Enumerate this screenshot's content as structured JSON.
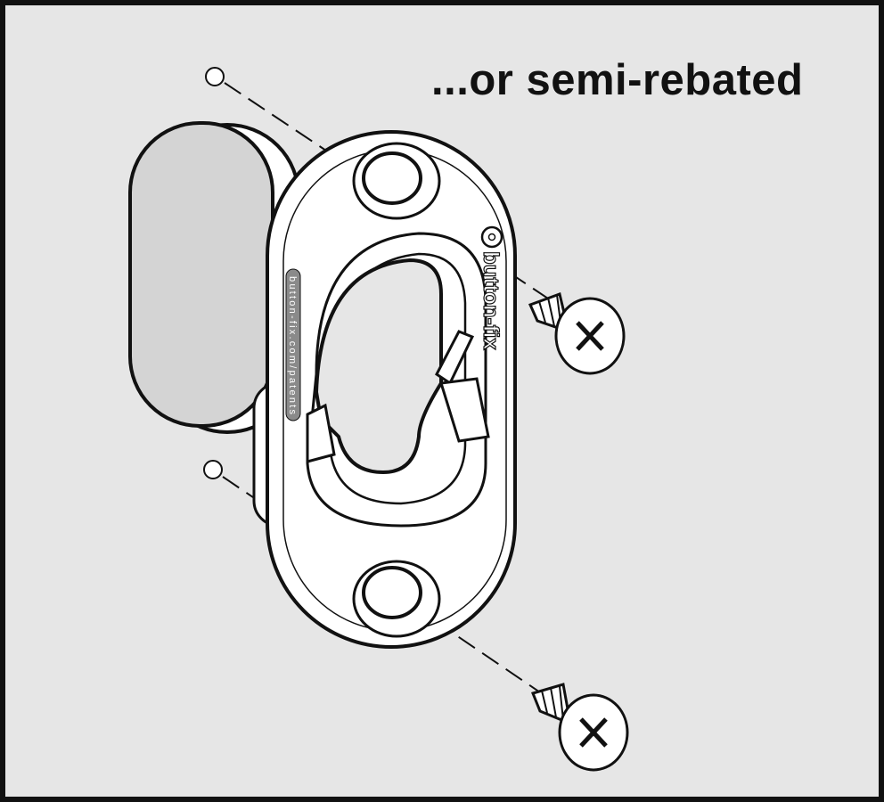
{
  "heading": "...or semi-rebated",
  "fitting": {
    "brand_text": "button-fix",
    "patent_text": "button-fix.com/patents"
  },
  "colors": {
    "background": "#e6e6e6",
    "line": "#111111",
    "fitting": "#ffffff",
    "recess": "#dcdcdc"
  }
}
